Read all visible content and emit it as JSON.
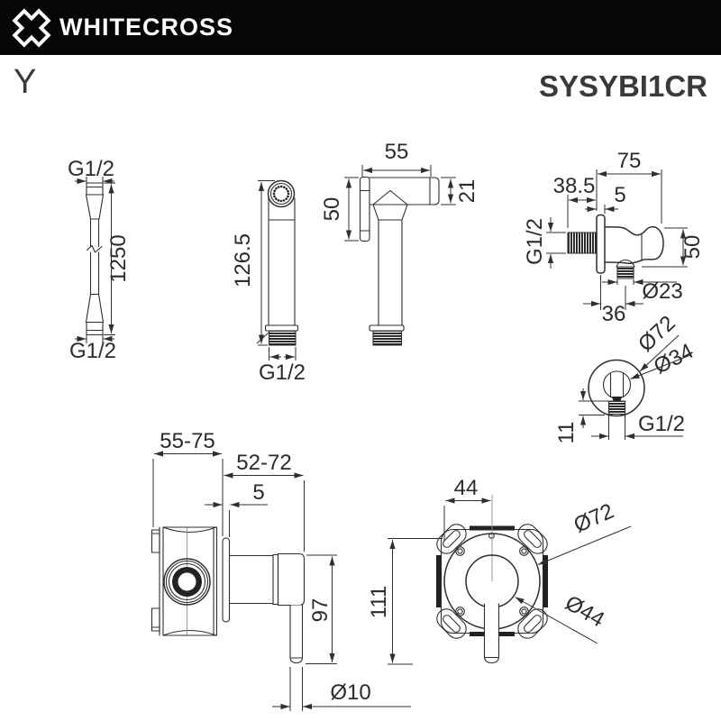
{
  "header": {
    "brand": "WHITECROSS"
  },
  "title": {
    "series": "Y",
    "model": "SYSYBI1CR"
  },
  "colors": {
    "header_bg": "#060606",
    "line": "#2e2e2e",
    "text": "#2b2b2b"
  },
  "drawings": {
    "hose": {
      "thread_top": "G1/2",
      "length": "1250",
      "thread_bottom": "G1/2"
    },
    "handshower_front": {
      "height": "126.5",
      "thread": "G1/2"
    },
    "handshower_side": {
      "head_length": "55",
      "bracket_height": "50",
      "head_diameter": "21"
    },
    "outlet_side": {
      "depth": "75",
      "thread_length": "38.5",
      "plate_thickness": "5",
      "inlet_thread": "G1/2",
      "height": "50",
      "outlet_diameter": "Ø23",
      "outlet_offset": "36"
    },
    "outlet_front": {
      "escutcheon_diameter": "Ø72",
      "holder_diameter": "Ø34",
      "thread": "G1/2",
      "thread_length": "11"
    },
    "mixer_side": {
      "body_depth": "55-75",
      "trim_depth": "52-72",
      "plate_thickness": "5",
      "lever_length": "97",
      "lever_diameter": "Ø10"
    },
    "mixer_front": {
      "center_offset": "44",
      "total_height": "111",
      "escutcheon_diameter": "Ø72",
      "base_diameter": "Ø44"
    }
  }
}
